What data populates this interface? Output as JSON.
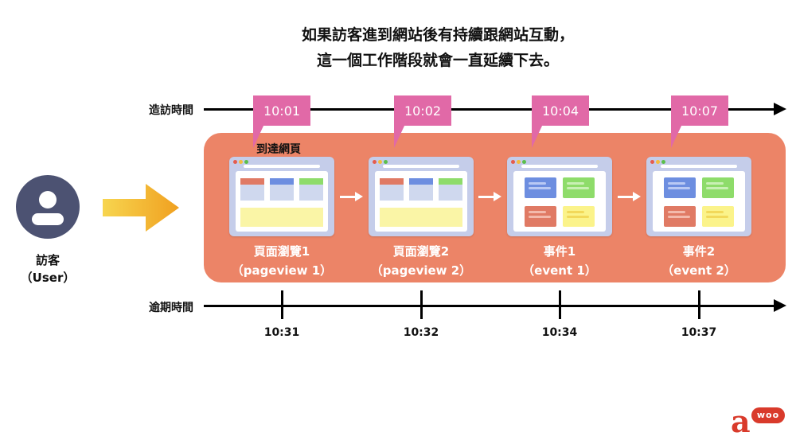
{
  "headline": {
    "line1": "如果訪客進到網站後有持續跟網站互動，",
    "line2": "這一個工作階段就會一直延續下去。"
  },
  "visitor": {
    "name": "訪客",
    "sub": "（User）"
  },
  "timelines": {
    "visit": {
      "label": "造訪時間",
      "times": [
        "10:01",
        "10:02",
        "10:04",
        "10:07"
      ]
    },
    "expire": {
      "label": "逾期時間",
      "times": [
        "10:31",
        "10:32",
        "10:34",
        "10:37"
      ]
    }
  },
  "arrive_label": "到達網頁",
  "steps": [
    {
      "title": "頁面瀏覽1",
      "sub": "（pageview 1）",
      "kind": "pageview"
    },
    {
      "title": "頁面瀏覽2",
      "sub": "（pageview 2）",
      "kind": "pageview"
    },
    {
      "title": "事件1",
      "sub": "（event 1）",
      "kind": "event"
    },
    {
      "title": "事件2",
      "sub": "（event 2）",
      "kind": "event"
    }
  ],
  "colors": {
    "panel": "#ec8467",
    "tag": "#e169a7",
    "avatar": "#4c5272",
    "arrow_from": "#f7d54f",
    "arrow_to": "#f0a020",
    "card_blue": "#6d8ee0",
    "card_green": "#8edc6a",
    "card_red": "#e07a64",
    "card_yellow": "#fbf38a",
    "logo": "#d93a2b"
  },
  "icons": [
    "user-avatar-icon",
    "big-right-arrow-icon",
    "browser-window-icon",
    "logo-icon"
  ],
  "logo": {
    "letter": "a",
    "bubble": "woo"
  }
}
